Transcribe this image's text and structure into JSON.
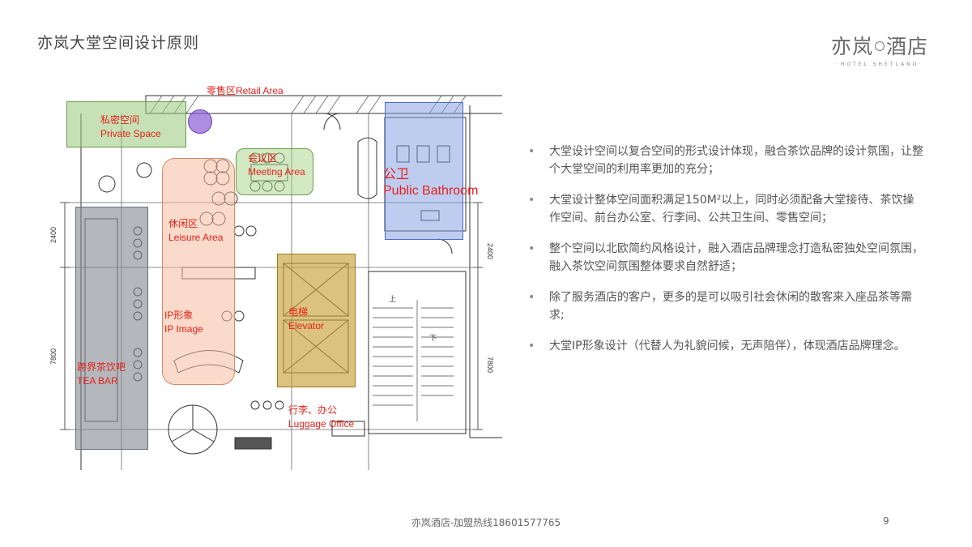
{
  "page": {
    "title": "亦岚大堂空间设计原则",
    "footer": "亦岚酒店-加盟热线18601577765",
    "page_number": "9"
  },
  "logo": {
    "left": "亦岚",
    "right": "酒店",
    "subtitle": "·HOTEL SHETLAND·"
  },
  "plan": {
    "dims": {
      "d1": "2400",
      "d2": "7800",
      "d3": "2400",
      "d4": "7800"
    },
    "stair_up": "上",
    "stair_down": "下",
    "zones": {
      "retail": {
        "label": "零售区Retail Area"
      },
      "private": {
        "cn": "私密空间",
        "en": "Private Space"
      },
      "meeting": {
        "cn": "会议区",
        "en": "Meeting Area"
      },
      "bathroom": {
        "cn": "公卫",
        "en": "Public Bathroom"
      },
      "leisure": {
        "cn": "休闲区",
        "en": "Leisure Area"
      },
      "ip": {
        "cn": "IP形象",
        "en": "IP Image"
      },
      "elevator": {
        "cn": "电梯",
        "en": "Elevator"
      },
      "teabar": {
        "cn": "跨界茶饮吧",
        "en": "TEA BAR"
      },
      "luggage": {
        "cn": "行李、办公",
        "en": "Luggage Office"
      }
    }
  },
  "bullets": [
    "大堂设计空间以复合空间的形式设计体现，融合茶饮品牌的设计氛围，让整个大堂空间的利用率更加的充分；",
    "大堂设计整体空间面积满足150M²以上，同时必须配备大堂接待、茶饮操作空间、前台办公室、行李间、公共卫生间、零售空间；",
    "整个空间以北欧简约风格设计，融入酒店品牌理念打造私密独处空间氛围，融入茶饮空间氛围整体要求自然舒适；",
    "除了服务酒店的客户，更多的是可以吸引社会休闲的散客来入座品茶等需求;",
    "大堂IP形象设计（代替人为礼貌问候，无声陪伴），体现酒店品牌理念。"
  ],
  "colors": {
    "label_red": "#e8201c",
    "green_zone": "#a8d48a",
    "blue_zone": "#9bb2e6",
    "peach_zone": "#f6cdb4",
    "gold_zone": "#c9a13a",
    "gray_zone": "#9aa0a8",
    "purple_zone": "#8a5cd6"
  }
}
